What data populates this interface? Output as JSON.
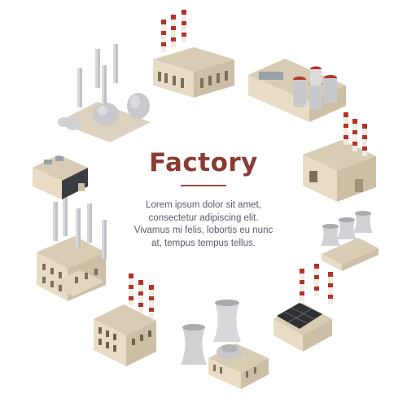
{
  "card": {
    "title": "Factory",
    "body_lines": [
      "Lorem ipsum dolor sit amet,",
      "consectetur adipiscing elit.",
      "Vivamus mi felis, lobortis eu nunc",
      "at, tempus tempus tellus."
    ]
  },
  "colors": {
    "background": "#ffffff",
    "title": "#8a3b34",
    "rule": "#a24a40",
    "text": "#5a5a6a",
    "wall": "#e9dcc7",
    "wall_shade": "#cdbea6",
    "roof": "#bcae97",
    "chimney_red": "#b3322a",
    "tank_gray": "#c8c9cc",
    "dark": "#2e3034"
  },
  "illustrations": [
    {
      "name": "factory-chimneys-top",
      "icon": "factory-icon"
    },
    {
      "name": "factory-tanks-right",
      "icon": "storage-tank-icon"
    },
    {
      "name": "factory-warehouse-right",
      "icon": "warehouse-icon"
    },
    {
      "name": "factory-cooling-towers-right",
      "icon": "cooling-tower-icon"
    },
    {
      "name": "factory-solar-panels",
      "icon": "solar-panel-icon"
    },
    {
      "name": "factory-power-plant-bottom",
      "icon": "power-plant-icon"
    },
    {
      "name": "factory-office-bottom-left",
      "icon": "office-building-icon"
    },
    {
      "name": "factory-large-left",
      "icon": "industrial-plant-icon"
    },
    {
      "name": "factory-small-left",
      "icon": "small-factory-icon"
    },
    {
      "name": "factory-refinery-top-left",
      "icon": "refinery-icon"
    }
  ]
}
